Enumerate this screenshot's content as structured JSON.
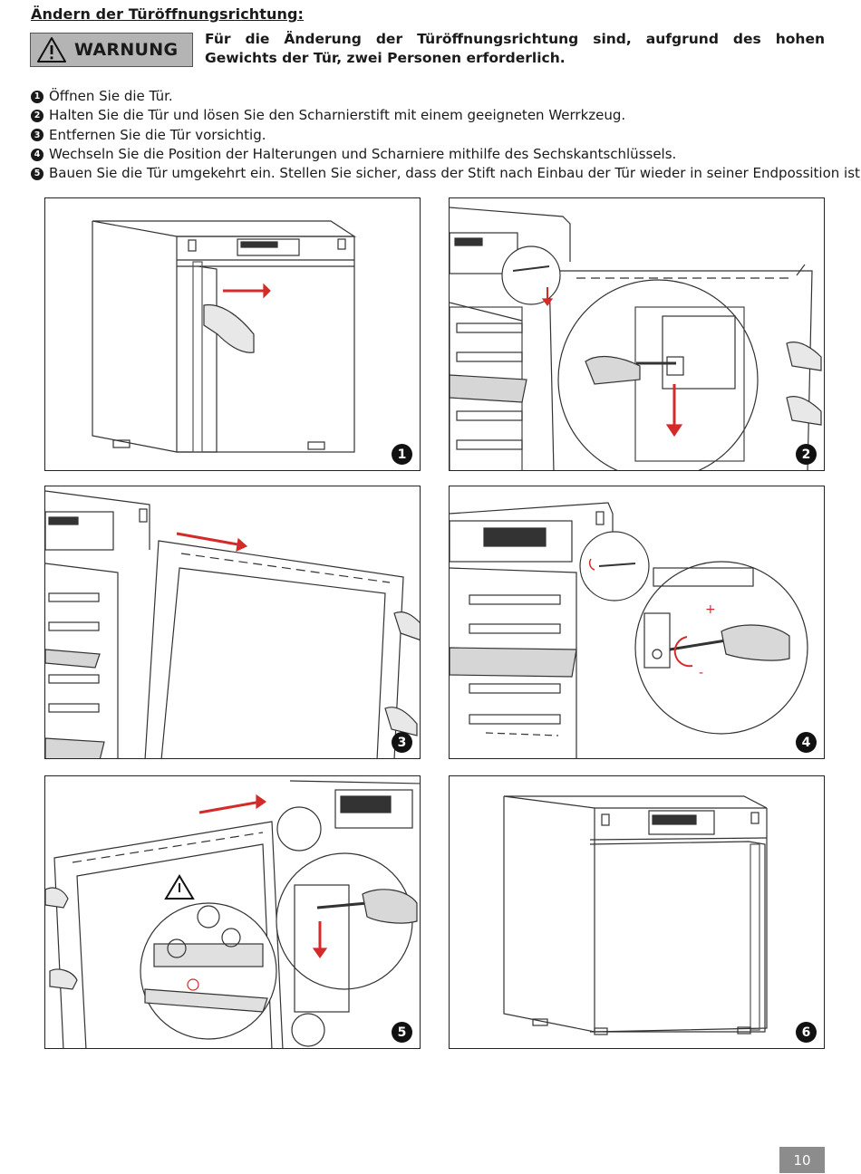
{
  "section": {
    "title": "Ändern der Türöffnungsrichtung:"
  },
  "warning": {
    "label": "WARNUNG",
    "text": "Für die Änderung der Türöffnungsrichtung sind, aufgrund des hohen Gewichts der Tür, zwei Personen erforderlich."
  },
  "steps": [
    {
      "num": "1",
      "text": "Öffnen Sie die Tür."
    },
    {
      "num": "2",
      "text": "Halten Sie die Tür und lösen Sie den Scharnierstift mit einem geeigneten Werrkzeug."
    },
    {
      "num": "3",
      "text": "Entfernen Sie die Tür vorsichtig."
    },
    {
      "num": "4",
      "text": "Wechseln Sie die Position der Halterungen und Scharniere mithilfe des Sechskantschlüssels."
    },
    {
      "num": "5",
      "text": "Bauen Sie die Tür umgekehrt ein. Stellen Sie sicher, dass der Stift nach Einbau der Tür wieder in seiner Endpossition ist."
    }
  ],
  "figures": [
    {
      "num": "1",
      "icon": "open-door-illustration"
    },
    {
      "num": "2",
      "icon": "loosen-hinge-pin-illustration"
    },
    {
      "num": "3",
      "icon": "remove-door-illustration"
    },
    {
      "num": "4",
      "icon": "swap-hinge-hex-key-illustration"
    },
    {
      "num": "5",
      "icon": "reinstall-door-illustration"
    },
    {
      "num": "6",
      "icon": "door-reversed-illustration"
    }
  ],
  "page": {
    "number": "10"
  },
  "colors": {
    "accent_arrow": "#d42a2a",
    "warning_bg": "#b4b4b4",
    "page_badge": "#8c8c8c"
  }
}
